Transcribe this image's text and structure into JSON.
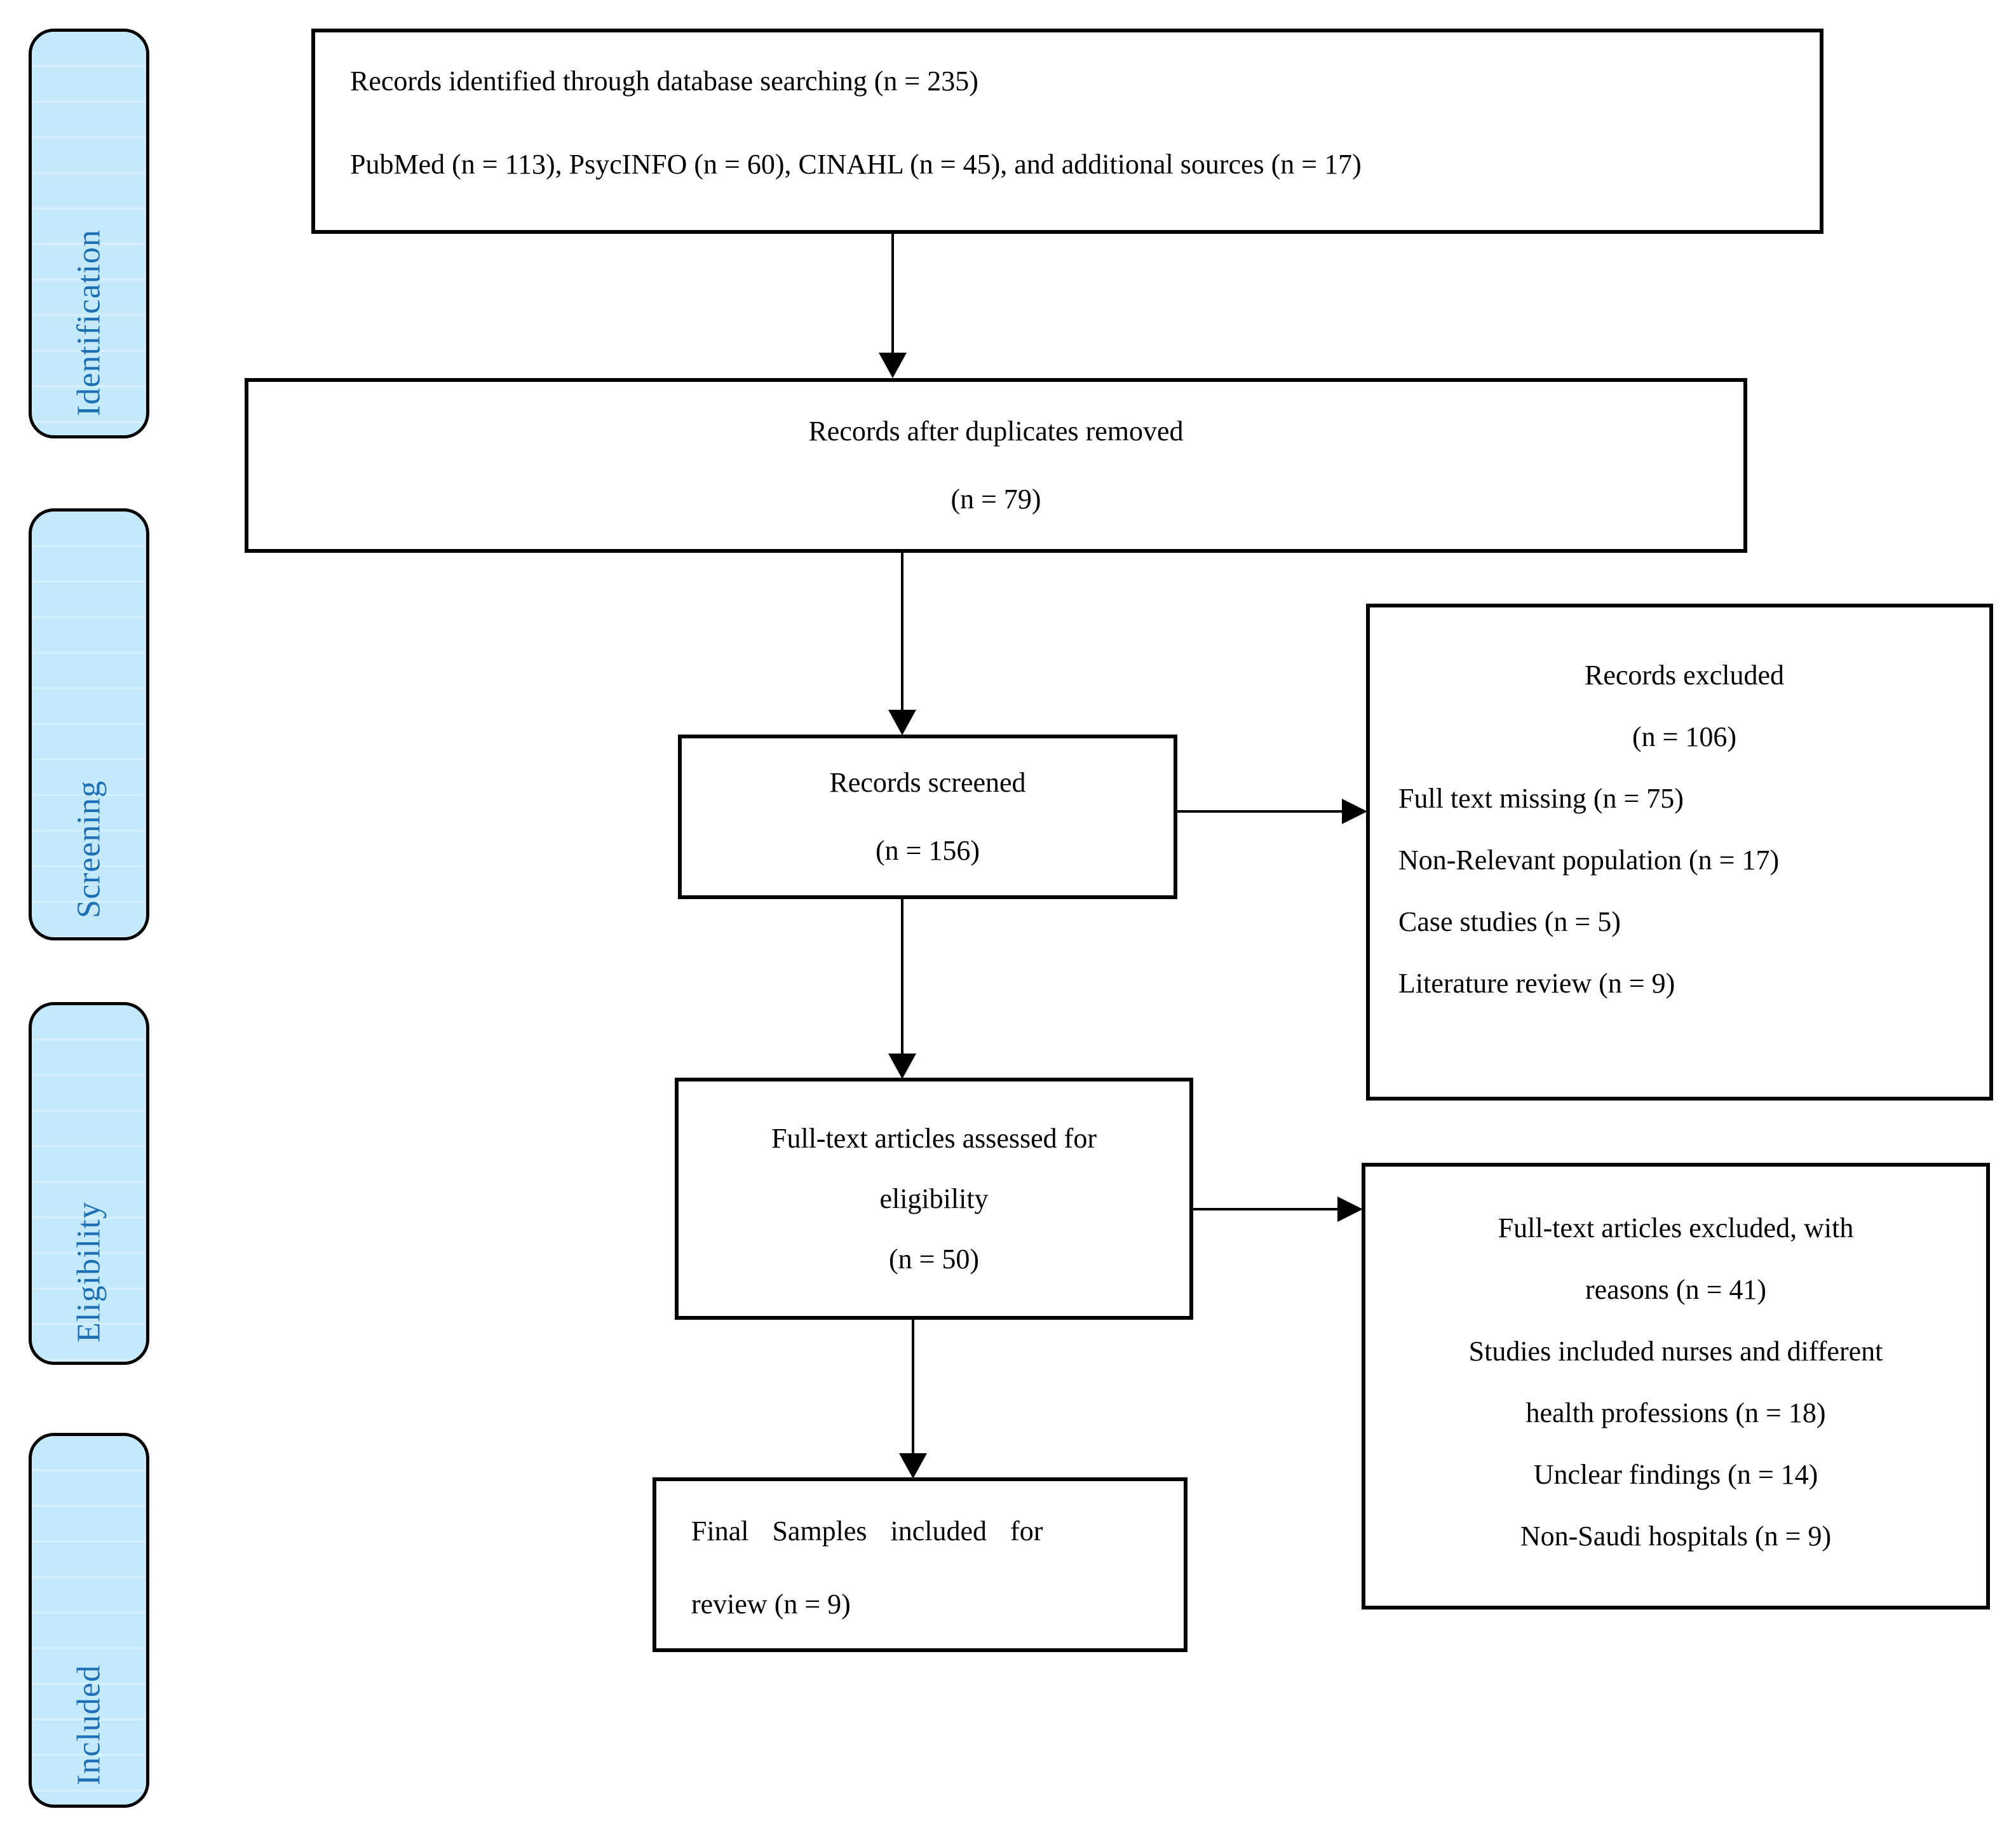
{
  "diagram": {
    "type": "prisma-flow",
    "colors": {
      "stage_fill": "#c3e9fa",
      "stage_text": "#1e6fb4",
      "box_border": "#000000",
      "background": "#ffffff"
    },
    "stages": [
      {
        "label": "Identification"
      },
      {
        "label": "Screening"
      },
      {
        "label": "Eligibility"
      },
      {
        "label": "Included"
      }
    ],
    "boxes": {
      "identified": {
        "lines": [
          "Records identified through database searching (n = 235)",
          "PubMed (n = 113), PsycINFO (n = 60), CINAHL (n = 45), and additional sources (n = 17)"
        ]
      },
      "deduplicated": {
        "lines": [
          "Records after duplicates removed",
          "(n = 79)"
        ]
      },
      "screened": {
        "lines": [
          "Records screened",
          "(n = 156)"
        ]
      },
      "records_excluded": {
        "title_lines": [
          "Records excluded",
          "(n = 106)"
        ],
        "reasons": [
          "Full text missing (n = 75)",
          "Non-Relevant population (n = 17)",
          "Case studies (n = 5)",
          "Literature review (n = 9)"
        ]
      },
      "fulltext_assessed": {
        "lines": [
          "Full-text articles assessed for",
          "eligibility",
          "(n = 50)"
        ]
      },
      "fulltext_excluded": {
        "lines": [
          "Full-text articles excluded, with",
          "reasons (n = 41)",
          "Studies included nurses and different",
          "health professions (n = 18)",
          "Unclear findings (n = 14)",
          "Non-Saudi hospitals (n = 9)"
        ]
      },
      "included_final": {
        "lines": [
          "Final Samples included for",
          "review (n = 9)"
        ]
      }
    }
  }
}
